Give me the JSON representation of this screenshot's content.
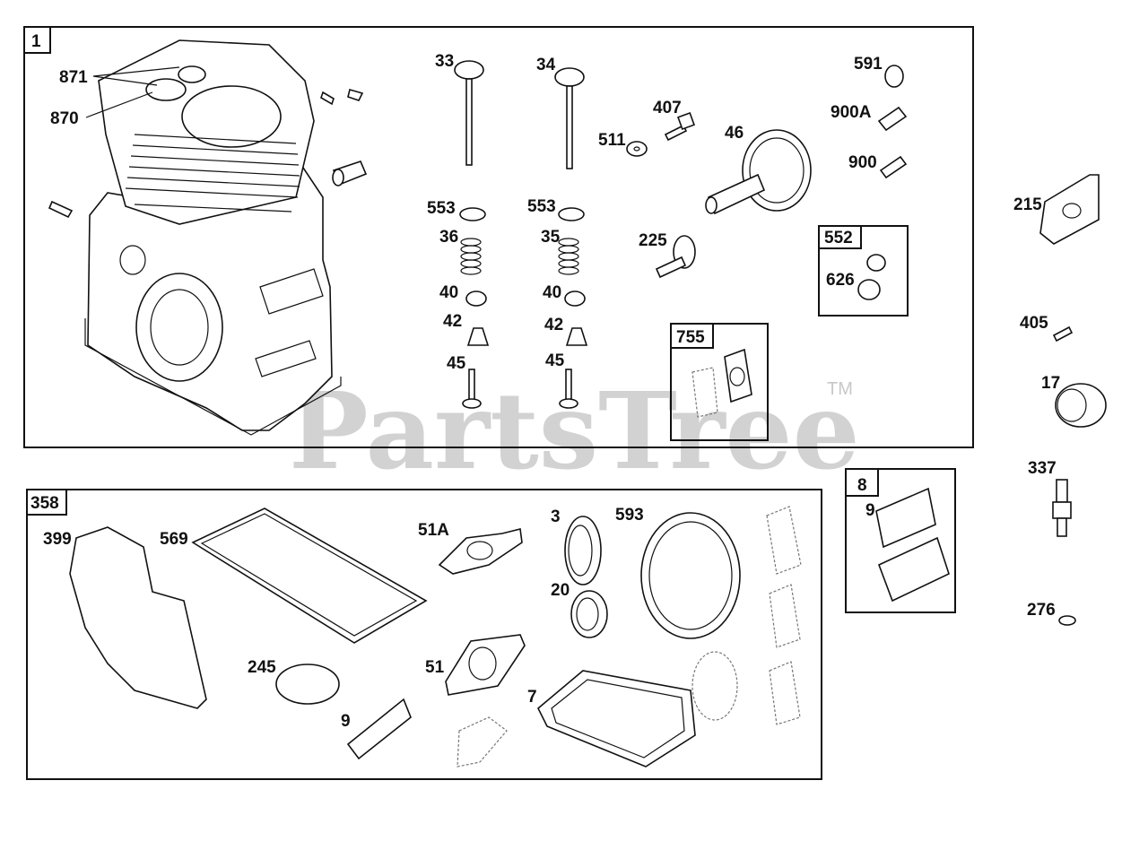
{
  "watermark": {
    "brand": "PartsTree",
    "trademark": "TM"
  },
  "groups": {
    "g1": "1",
    "g358": "358",
    "g552": "552",
    "g755": "755",
    "g8": "8"
  },
  "callouts": {
    "p871": "871",
    "p870": "870",
    "p33": "33",
    "p34": "34",
    "p553a": "553",
    "p553b": "553",
    "p36": "36",
    "p35": "35",
    "p40a": "40",
    "p40b": "40",
    "p42a": "42",
    "p42b": "42",
    "p45a": "45",
    "p45b": "45",
    "p407": "407",
    "p511": "511",
    "p46": "46",
    "p225": "225",
    "p591": "591",
    "p900A": "900A",
    "p900": "900",
    "p626": "626",
    "p215": "215",
    "p405": "405",
    "p17": "17",
    "p337": "337",
    "p276": "276",
    "p9top": "9",
    "p399": "399",
    "p569": "569",
    "p51A": "51A",
    "p3": "3",
    "p593": "593",
    "p20": "20",
    "p245": "245",
    "p51": "51",
    "p9bot": "9",
    "p7": "7"
  }
}
